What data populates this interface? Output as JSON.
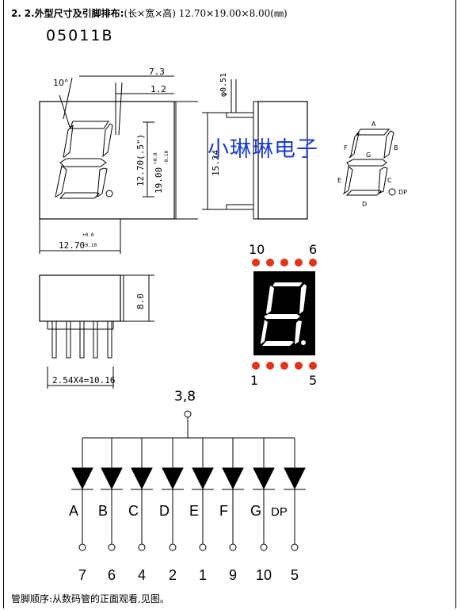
{
  "heading": {
    "number": "2.",
    "title": "2.外型尺寸及引脚排布:",
    "dims": "(长×宽×高) 12.70×19.00×8.00(㎜)"
  },
  "model": "05011B",
  "watermark": "小琳琳电子",
  "front_view": {
    "angle": "10°",
    "dim_top": "7.3",
    "dim_seg": "1.2",
    "dim_digit_h": "12.70(.5\")",
    "dim_h_main": "19.00",
    "dim_h_tol_plus": "+0.0",
    "dim_h_tol_minus": "-0.10",
    "dim_w_main": "12.70",
    "dim_w_tol_plus": "+0.0",
    "dim_w_tol_minus": "-0.10"
  },
  "side_view": {
    "pin_dia": "φ0.51",
    "pin_h": "15.24"
  },
  "segment_labels": {
    "a": "A",
    "b": "B",
    "c": "C",
    "d": "D",
    "e": "E",
    "f": "F",
    "g": "G",
    "dp": "DP"
  },
  "bottom_view": {
    "height": "8.0",
    "pitch": "2.54X4=10.16"
  },
  "pin_diagram": {
    "top_left": "10",
    "top_right": "6",
    "bottom_left": "1",
    "bottom_right": "5"
  },
  "circuit": {
    "common": "3,8",
    "segments": [
      "A",
      "B",
      "C",
      "D",
      "E",
      "F",
      "G",
      "DP"
    ],
    "pins": [
      "7",
      "6",
      "4",
      "2",
      "1",
      "9",
      "10",
      "5"
    ]
  },
  "footer": "管脚顺序:从数码管的正面观看,见图。",
  "colors": {
    "pin_dot": "#e0341c",
    "watermark": "#1c3fd0"
  }
}
